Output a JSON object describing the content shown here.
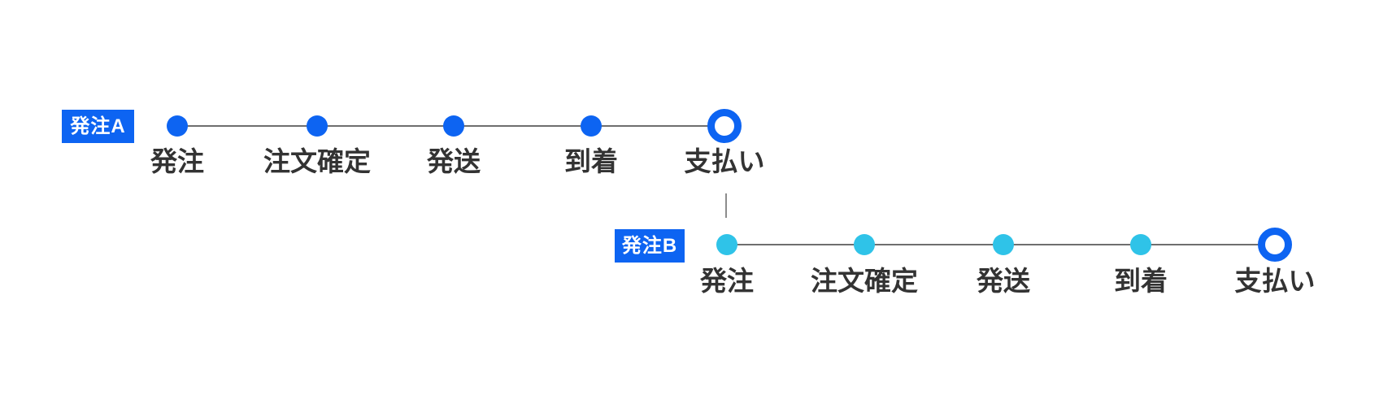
{
  "diagram": {
    "colors": {
      "primary_blue": "#0d64f2",
      "accent_cyan": "#2fc3e8",
      "timeline_line_gray": "#6e6e6e",
      "connector_gray": "#8c8c8c",
      "step_label_gray": "#333333",
      "badge_text_white": "#ffffff",
      "background": "#ffffff"
    },
    "timelines": [
      {
        "badge_label": "発注A",
        "steps": [
          {
            "label": "発注"
          },
          {
            "label": "注文確定"
          },
          {
            "label": "発送"
          },
          {
            "label": "到着"
          },
          {
            "label": "支払い"
          }
        ]
      },
      {
        "badge_label": "発注B",
        "steps": [
          {
            "label": "発注"
          },
          {
            "label": "注文確定"
          },
          {
            "label": "発送"
          },
          {
            "label": "到着"
          },
          {
            "label": "支払い"
          }
        ]
      }
    ]
  }
}
